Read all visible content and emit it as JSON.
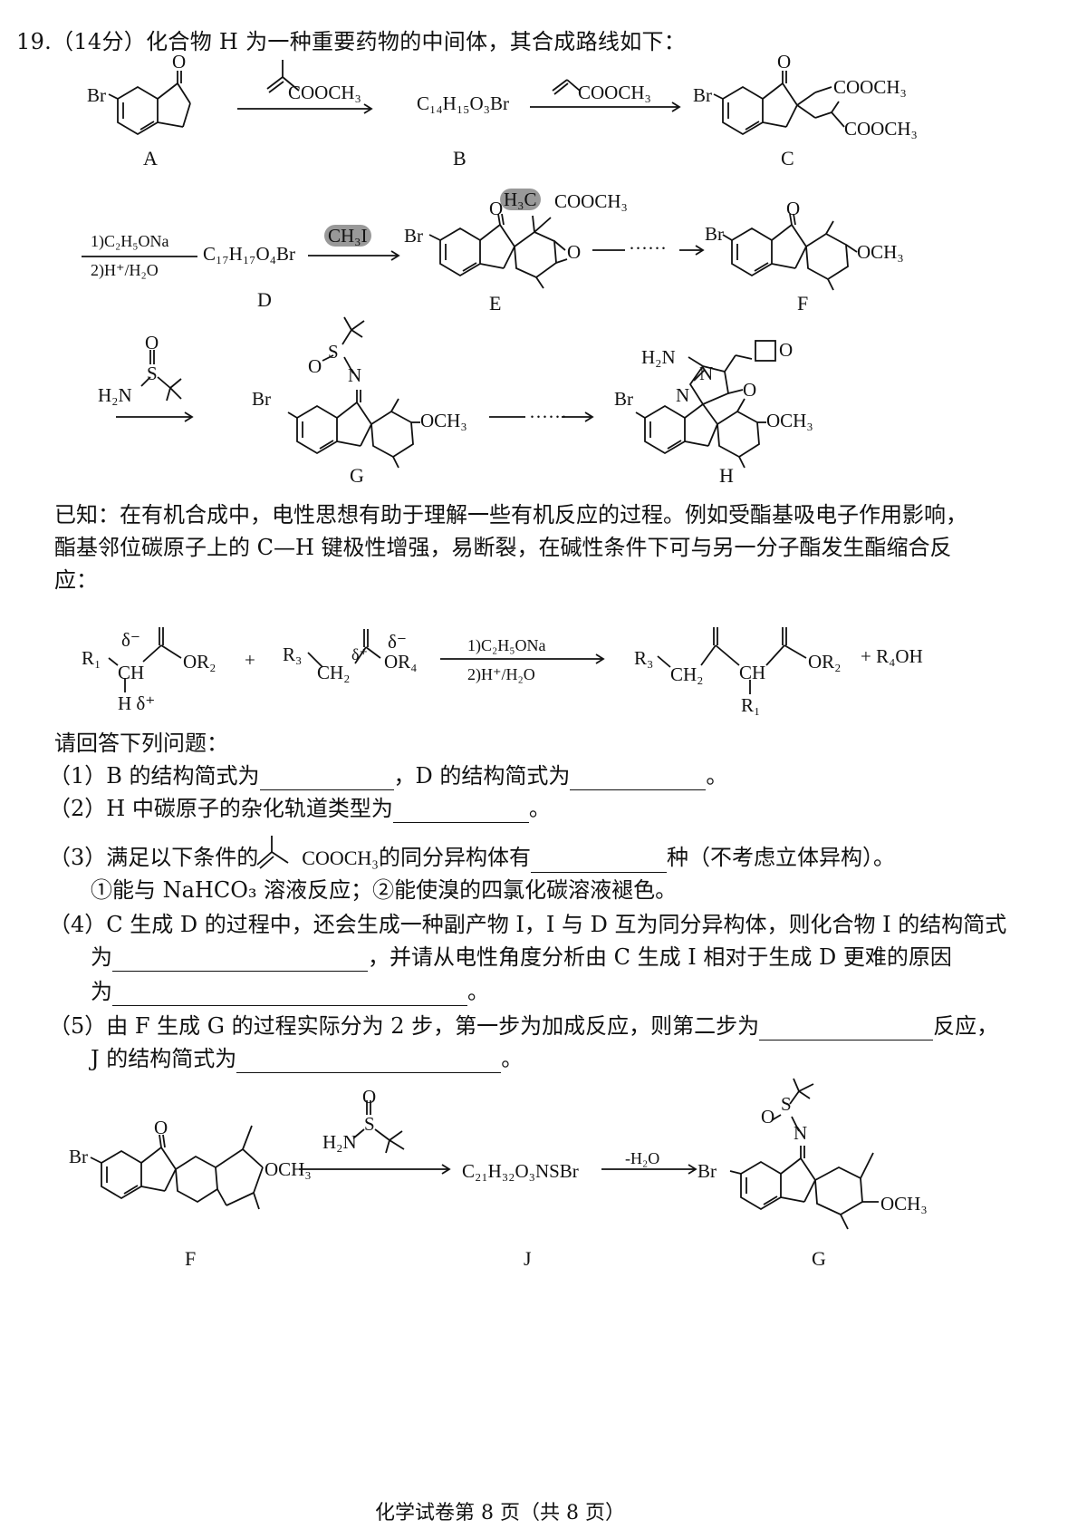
{
  "question": {
    "header": "19.（14分）化合物 H 为一种重要药物的中间体，其合成路线如下："
  },
  "route": {
    "labels": [
      "A",
      "B",
      "C",
      "D",
      "E",
      "F",
      "G",
      "H"
    ],
    "reagent_ab": "COOCH₃",
    "formula_b": "C₁₄H₁₅O₃Br",
    "reagent_bc": "COOCH₃",
    "c_sub1": "COOCH₃",
    "c_sub2": "COOCH₃",
    "reagent_cd_1": "1)C₂H₅ONa",
    "reagent_cd_2": "2)H⁺/H₂O",
    "formula_d": "C₁₇H₁₇O₄Br",
    "reagent_de": "CH₃I",
    "e_h3c": "H₃C",
    "e_cooch3": "COOCH₃",
    "dots": "······",
    "br": "Br",
    "o": "O",
    "och3": "OCH₃",
    "h2n": "H₂N",
    "s": "S",
    "n": "N",
    "h2n_h": "H₂N"
  },
  "known": {
    "line1": "已知：在有机合成中，电性思想有助于理解一些有机反应的过程。例如受酯基吸电子作用影响，",
    "line2": "酯基邻位碳原子上的 C—H 键极性增强，易断裂，在碱性条件下可与另一分子酯发生酯缩合反",
    "line3": "应："
  },
  "known_rxn": {
    "r1": "R₁",
    "ch": "CH",
    "h_delta": "H δ⁺",
    "delta_minus": "δ⁻",
    "or2": "OR₂",
    "plus": "+",
    "r3": "R₃",
    "ch2": "CH₂",
    "delta_plus": "δ⁺",
    "or4": "OR₄",
    "cond1": "1)C₂H₅ONa",
    "cond2": "2)H⁺/H₂O",
    "p_r3": "R₃",
    "p_ch2": "CH₂",
    "p_ch": "CH",
    "p_r1": "R₁",
    "p_or2": "OR₂",
    "p_r4oh": "+ R₄OH"
  },
  "questions": {
    "intro": "请回答下列问题：",
    "q1a": "（1）B 的结构简式为",
    "q1b": "，D 的结构简式为",
    "q1c": "。",
    "q2a": "（2）H 中碳原子的杂化轨道类型为",
    "q2b": "。",
    "q3a": "（3）满足以下条件的",
    "q3_cooch3": "COOCH₃",
    "q3b": "的同分异构体有",
    "q3c": "种（不考虑立体异构）。",
    "q3d": "①能与 NaHCO₃ 溶液反应；②能使溴的四氯化碳溶液褪色。",
    "q4a": "（4）C 生成 D 的过程中，还会生成一种副产物 I，I 与 D 互为同分异构体，则化合物 I 的结构简式",
    "q4b": "为",
    "q4c": "，并请从电性角度分析由 C 生成 I 相对于生成 D 更难的原因",
    "q4d": "为",
    "q4e": "。",
    "q5a": "（5）由 F 生成 G 的过程实际分为 2 步，第一步为加成反应，则第二步为",
    "q5b": "反应，",
    "q5c": "J 的结构简式为",
    "q5d": "。"
  },
  "bottom_scheme": {
    "labels": [
      "F",
      "J",
      "G"
    ],
    "formula_j": "C₂₁H₃₂O₃NSBr",
    "minus_water": "-H₂O"
  },
  "footer": "化学试卷第 8 页（共 8 页）"
}
